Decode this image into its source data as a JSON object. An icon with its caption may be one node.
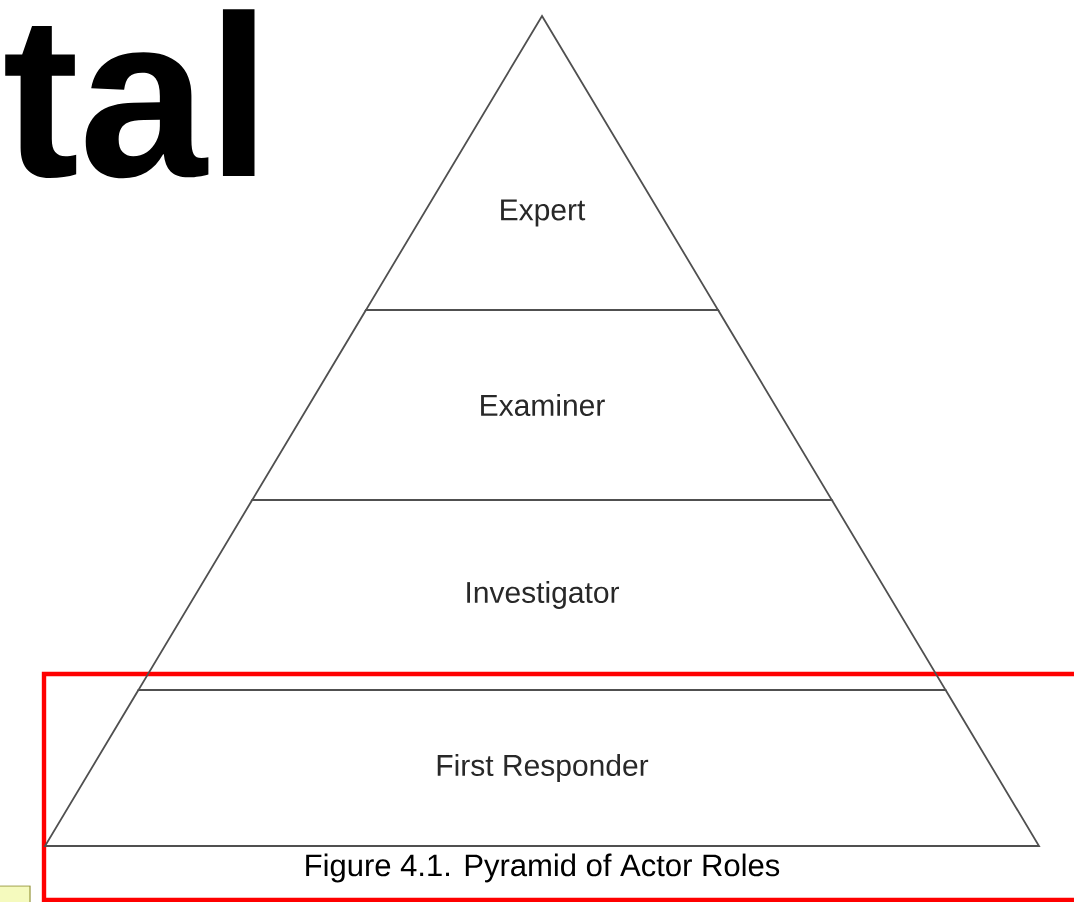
{
  "diagram": {
    "caption": "Figure 4.1. Pyramid of Actor Roles",
    "nodes": [
      {
        "text": [
          "Expert"
        ]
      },
      {
        "text": [
          "Examiner"
        ]
      },
      {
        "text": [
          "Investigator"
        ]
      },
      {
        "text": [
          "First Responder"
        ]
      }
    ],
    "labels": [
      "tal"
    ]
  }
}
